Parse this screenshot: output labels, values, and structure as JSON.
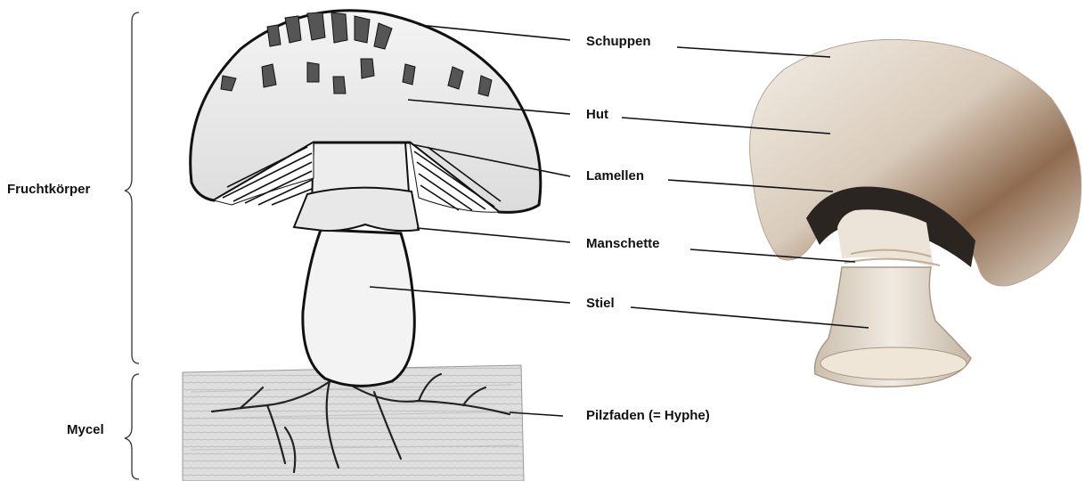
{
  "groups": {
    "fruchtkoerper": "Fruchtkörper",
    "mycel": "Mycel"
  },
  "labels": {
    "schuppen": "Schuppen",
    "hut": "Hut",
    "lamellen": "Lamellen",
    "manschette": "Manschette",
    "stiel": "Stiel",
    "pilzfaden": "Pilzfaden (= Hyphe)"
  },
  "colors": {
    "ink": "#111111",
    "soil": "#d9d9d9",
    "photo_cap": "#e9e2d8",
    "photo_cap_shadow": "#9a7a5c",
    "photo_stem": "#e6ddd0"
  }
}
